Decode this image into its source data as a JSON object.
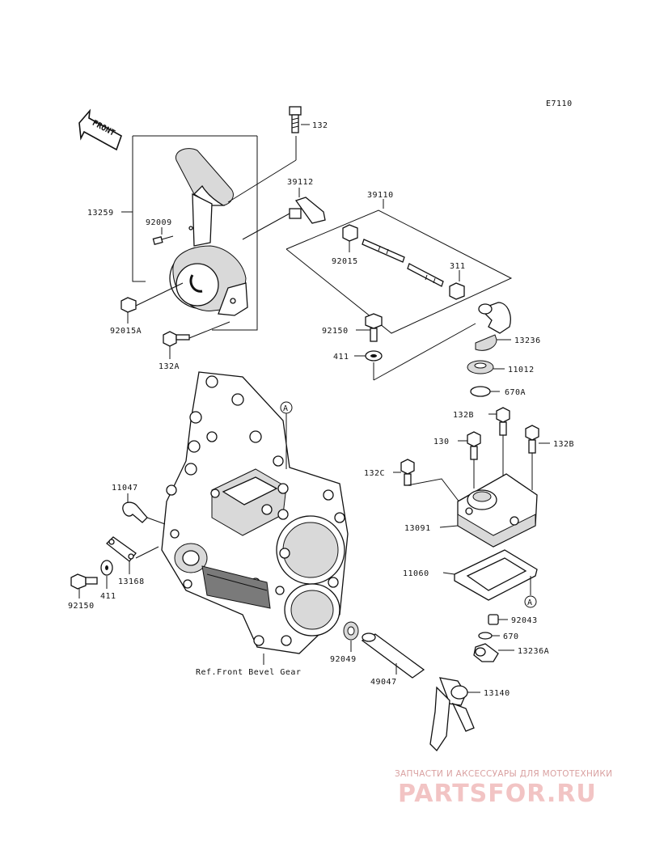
{
  "diagram_code": "E7110",
  "front_arrow_label": "FRONT",
  "ref_note": "Ref.Front Bevel Gear",
  "circle_marker": "A",
  "part_labels": {
    "p132": "132",
    "p39112": "39112",
    "p39110": "39110",
    "p13259": "13259",
    "p92009": "92009",
    "p92015": "92015",
    "p311": "311",
    "p92015A": "92015A",
    "p132A": "132A",
    "p92150_top": "92150",
    "p13236": "13236",
    "p411_top": "411",
    "p11012": "11012",
    "p670A": "670A",
    "p132B_upper": "132B",
    "p130": "130",
    "p132B": "132B",
    "p132C": "132C",
    "p11047": "11047",
    "p13091": "13091",
    "p13168": "13168",
    "p411": "411",
    "p92150": "92150",
    "p11060": "11060",
    "p92043": "92043",
    "p670": "670",
    "p13236A": "13236A",
    "p92049": "92049",
    "p49047": "49047",
    "p13140": "13140"
  },
  "watermark": {
    "tagline": "ЗАПЧАСТИ И АКСЕССУАРЫ ДЛЯ МОТОТЕХНИКИ",
    "logo": "PARTSFOR.RU"
  }
}
